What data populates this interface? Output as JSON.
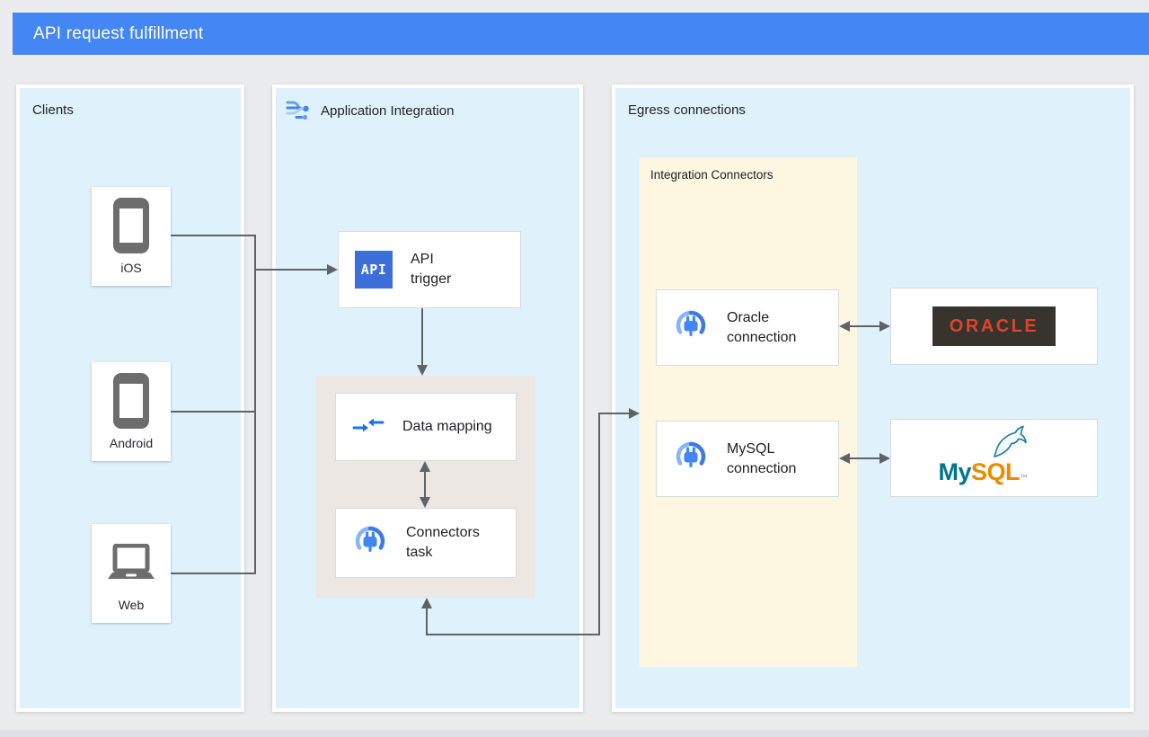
{
  "title_bar": {
    "label": "API request fulfillment"
  },
  "clients_panel": {
    "title": "Clients",
    "devices": [
      {
        "label": "iOS",
        "icon": "smartphone-icon"
      },
      {
        "label": "Android",
        "icon": "smartphone-icon"
      },
      {
        "label": "Web",
        "icon": "laptop-icon"
      }
    ]
  },
  "integration_panel": {
    "title": "Application Integration",
    "icon": "application-integration-icon",
    "api_trigger": {
      "icon_label": "API",
      "label": "API trigger",
      "icon": "api-trigger-icon"
    },
    "data_mapping": {
      "label": "Data mapping",
      "icon": "data-mapping-icon"
    },
    "connectors_task": {
      "label": "Connectors task",
      "icon": "connectors-plug-icon"
    }
  },
  "egress_panel": {
    "title": "Egress connections",
    "integration_connectors": {
      "title": "Integration Connectors",
      "oracle_connection": {
        "label": "Oracle connection",
        "icon": "connectors-plug-icon"
      },
      "mysql_connection": {
        "label": "MySQL connection",
        "icon": "connectors-plug-icon"
      }
    },
    "oracle_target": {
      "wordmark": "ORACLE"
    },
    "mysql_target": {
      "wordmark_my": "My",
      "wordmark_sql": "SQL",
      "trademark": "™",
      "icon": "mysql-dolphin-icon"
    }
  },
  "connections": [
    {
      "from": "iOS",
      "to": "API trigger",
      "direction": "one-way"
    },
    {
      "from": "Android",
      "to": "API trigger",
      "direction": "one-way"
    },
    {
      "from": "Web",
      "to": "API trigger",
      "direction": "one-way"
    },
    {
      "from": "API trigger",
      "to": "Data mapping",
      "direction": "one-way"
    },
    {
      "from": "Data mapping",
      "to": "Connectors task",
      "direction": "two-way"
    },
    {
      "from": "Connectors task",
      "to": "Integration Connectors",
      "direction": "two-way"
    },
    {
      "from": "Oracle connection",
      "to": "ORACLE",
      "direction": "two-way"
    },
    {
      "from": "MySQL connection",
      "to": "MySQL",
      "direction": "two-way"
    }
  ],
  "colors": {
    "title_bar_blue": "#4486f4",
    "panel_blue": "#dff2fb",
    "tasks_container_gray": "#ece7e3",
    "connectors_container_yellow": "#fdf7e2",
    "arrow_gray": "#5e6368",
    "api_icon_blue": "#3d6fdb",
    "google_blue": "#4285f4",
    "oracle_red": "#df4329",
    "oracle_dark": "#37332f",
    "mysql_teal": "#00758f",
    "mysql_orange": "#e98c00",
    "device_icon_gray": "#6d6d6d"
  }
}
